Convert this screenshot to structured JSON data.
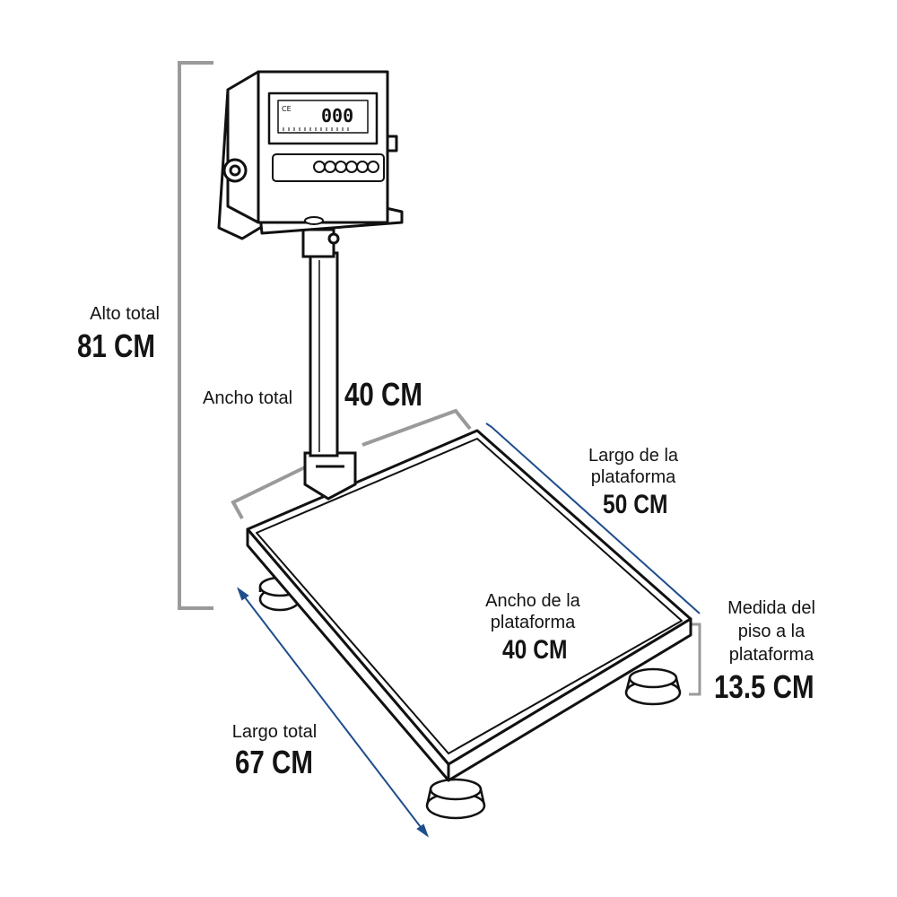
{
  "dimensions": {
    "alto_total": {
      "label": "Alto total",
      "value": "81 CM"
    },
    "ancho_total": {
      "label": "Ancho total",
      "value": "40 CM"
    },
    "largo_plataforma": {
      "label_line1": "Largo de la",
      "label_line2": "plataforma",
      "value": "50 CM"
    },
    "ancho_plataforma": {
      "label_line1": "Ancho de la",
      "label_line2": "plataforma",
      "value": "40 CM"
    },
    "medida_piso": {
      "label_line1": "Medida del",
      "label_line2": "piso a la",
      "label_line3": "plataforma",
      "value": "13.5 CM"
    },
    "largo_total": {
      "label": "Largo total",
      "value": "67 CM"
    }
  },
  "indicator": {
    "display_value": "000",
    "certification_mark": "CE",
    "button_count": 6
  },
  "colors": {
    "outline": "#111111",
    "gray_dimension": "#9a9a9a",
    "blue_dimension": "#1f4e8c",
    "text": "#141414"
  }
}
